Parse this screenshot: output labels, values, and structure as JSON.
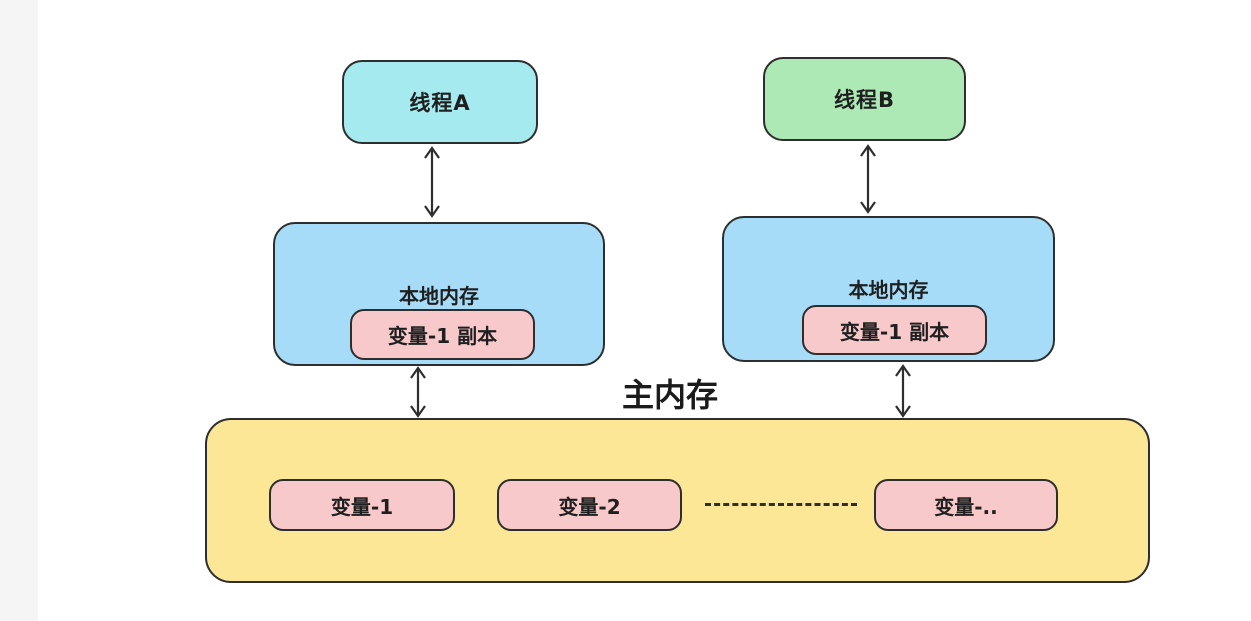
{
  "diagram": {
    "threads": [
      {
        "id": "A",
        "label": "线程A",
        "fill": "#a5eaef"
      },
      {
        "id": "B",
        "label": "线程B",
        "fill": "#ace9b4"
      }
    ],
    "local_memories": [
      {
        "label": "本地内存",
        "variable_copy": "变量-1 副本"
      },
      {
        "label": "本地内存",
        "variable_copy": "变量-1 副本"
      }
    ],
    "main_memory": {
      "title": "主内存",
      "variables": [
        "变量-1",
        "变量-2",
        "变量-.."
      ],
      "ellipsis": "between 变量-2 and 变量-.. a dashed line"
    },
    "colors": {
      "thread_a_fill": "#a5eaef",
      "thread_b_fill": "#ace9b4",
      "local_memory_fill": "#a6dcf7",
      "variable_fill": "#f8c9cb",
      "main_memory_fill": "#fbe795",
      "border": "#2e2e2e",
      "page_background": "#ffffff",
      "left_strip": "#f5f5f6"
    }
  }
}
